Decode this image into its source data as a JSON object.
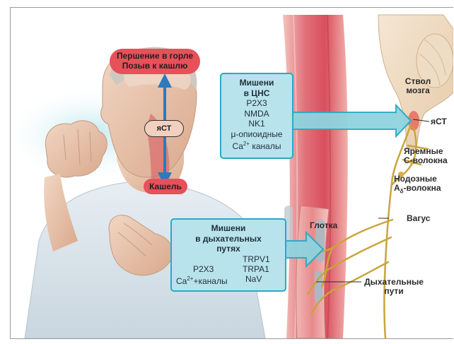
{
  "head_labels": {
    "throat_tickle": "Першение в горле",
    "urge_to_cough": "Позыв к кашлю",
    "nts": "яСТ",
    "cough": "Кашель"
  },
  "cns_box": {
    "title_line1": "Мишени",
    "title_line2": "в ЦНС",
    "targets": [
      "P2X3",
      "NMDA",
      "NK1",
      "μ-опиоидные"
    ],
    "calcium_prefix": "Ca",
    "calcium_sup": "2+",
    "calcium_suffix": " каналы"
  },
  "airway_box": {
    "title_line1": "Мишени",
    "title_line2": "в дыхательных",
    "title_line3": "путях",
    "targets_right": [
      "TRPV1",
      "TRPA1",
      "NaV"
    ],
    "targets_left": [
      "P2X3"
    ],
    "calcium_prefix": "Ca",
    "calcium_sup": "2+",
    "calcium_suffix": "+каналы"
  },
  "anatomy_labels": {
    "brainstem_line1": "Ствол",
    "brainstem_line2": "мозга",
    "nts": "яСТ",
    "jugular_line1": "Яремные",
    "jugular_line2": "С-волокна",
    "nodose_line1": "Нодозные",
    "nodose_line2_main": "А",
    "nodose_line2_sub": "δ",
    "nodose_line2_rest": "-волокна",
    "vagus": "Вагус",
    "pharynx": "Глотка",
    "airways_line1": "Дыхательные",
    "airways_line2": "пути"
  },
  "colors": {
    "pill_red": "#e8505a",
    "arrow_blue": "#2a7bbf",
    "box_fill": "#b9e3ec",
    "box_border": "#2aa9c4",
    "nerve": "#c9a53a"
  }
}
